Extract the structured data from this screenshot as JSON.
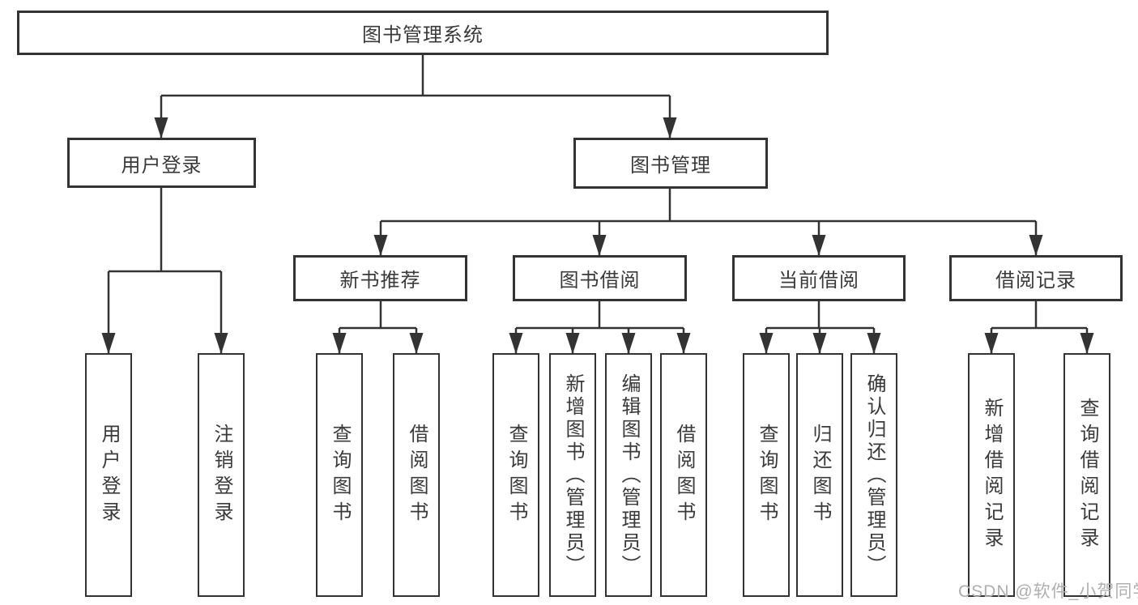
{
  "tree": {
    "root": {
      "label": "图书管理系统"
    },
    "level2": [
      {
        "label": "用户登录",
        "leaves": [
          {
            "label": "用户登录"
          },
          {
            "label": "注销登录"
          }
        ]
      },
      {
        "label": "图书管理",
        "groups": [
          {
            "label": "新书推荐",
            "leaves": [
              {
                "label": "查询图书"
              },
              {
                "label": "借阅图书"
              }
            ]
          },
          {
            "label": "图书借阅",
            "leaves": [
              {
                "label": "查询图书"
              },
              {
                "label": "新增图书（管理员）"
              },
              {
                "label": "编辑图书（管理员）"
              },
              {
                "label": "借阅图书"
              }
            ]
          },
          {
            "label": "当前借阅",
            "leaves": [
              {
                "label": "查询图书"
              },
              {
                "label": "归还图书"
              },
              {
                "label": "确认归还（管理员）"
              }
            ]
          },
          {
            "label": "借阅记录",
            "leaves": [
              {
                "label": "新增借阅记录"
              },
              {
                "label": "查询借阅记录"
              }
            ]
          }
        ]
      }
    ]
  },
  "watermark": {
    "text": "CSDN @软件_小贺同学"
  },
  "colors": {
    "line": "#333333",
    "box_border": "#333333",
    "text": "#3a3a3a",
    "watermark": "#afafaf",
    "background": "#ffffff"
  }
}
